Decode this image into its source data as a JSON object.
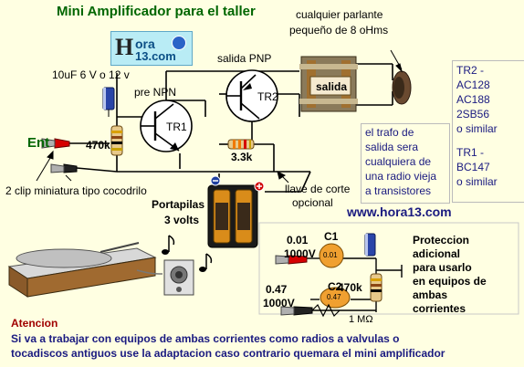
{
  "title": "Mini Amplificador para el taller",
  "logo": {
    "h": "H",
    "ora": "ora",
    "com": "13.com",
    "globe_icon": "globe-icon"
  },
  "labels": {
    "speaker_1": "cualquier parlante",
    "speaker_2": "pequeño de 8 oHms",
    "salida_pnp": "salida PNP",
    "salida": "salida",
    "capacitor": "10uF 6 V o 12 v",
    "pre_npn": "pre NPN",
    "tr1": "TR1",
    "tr2": "TR2",
    "ent": "Ent",
    "r470k": "470k",
    "r3k3": "3.3k",
    "clip": "2 clip miniatura tipo cocodrilo",
    "switch_1": "llave de corte",
    "switch_2": "opcional",
    "battery_1": "Portapilas",
    "battery_2": "3 volts",
    "url": "www.hora13.com"
  },
  "trafo_note": [
    "el trafo de",
    "salida sera",
    "cualquiera de",
    "una radio vieja",
    "a transistores"
  ],
  "transistor_note": [
    "TR2 -",
    "AC128",
    "AC188",
    "2SB56",
    "o similar",
    "",
    "TR1 -",
    "BC147",
    "o similar"
  ],
  "adaptation": {
    "c1_value": "0.01",
    "c1_voltage": "1000V",
    "c1": "C1",
    "c1_mark": "0.01",
    "c2_value": "0.47",
    "c2_voltage": "1000V",
    "c2": "C2",
    "c2_mark": "0.47",
    "r470k": "470k",
    "r1m": "1 MΩ",
    "note": [
      "Proteccion",
      "adicional",
      "para usarlo",
      "en equipos de",
      "ambas",
      "corrientes"
    ]
  },
  "warning": {
    "heading": "Atencion",
    "line1": "Si va a trabajar con equipos de ambas corrientes como radios a valvulas o",
    "line2": "tocadiscos antiguos use la adaptacion caso contrario quemara el mini amplificador"
  },
  "colors": {
    "title": "#006600",
    "text_blue": "#1a1a80",
    "heading_red": "#a00000",
    "background": "#ffffe2"
  }
}
